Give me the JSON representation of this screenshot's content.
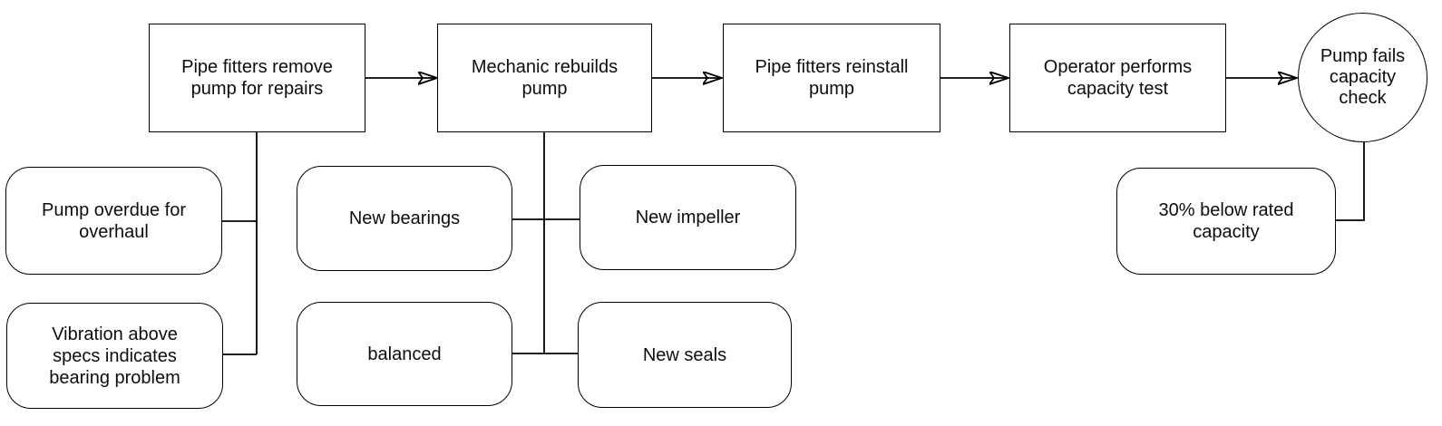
{
  "theme": {
    "stroke": "#000000",
    "fill": "#ffffff",
    "text": "#0d0d0d",
    "bg": "#ffffff"
  },
  "diagram": {
    "type": "flowchart-cause-map",
    "nodes": {
      "remove": "Pipe fitters remove\npump for repairs",
      "rebuild": "Mechanic rebuilds\npump",
      "reinstall": "Pipe fitters reinstall\npump",
      "test": "Operator performs\ncapacity test",
      "fail_event": "Pump fails\ncapacity\ncheck",
      "cause_overdue": "Pump overdue for\noverhaul",
      "cause_vibration": "Vibration above\nspecs indicates\nbearing problem",
      "task_bearings": "New bearings",
      "task_balanced": "balanced",
      "task_impeller": "New impeller",
      "task_seals": "New seals",
      "result_capacity": "30% below rated\ncapacity"
    }
  }
}
